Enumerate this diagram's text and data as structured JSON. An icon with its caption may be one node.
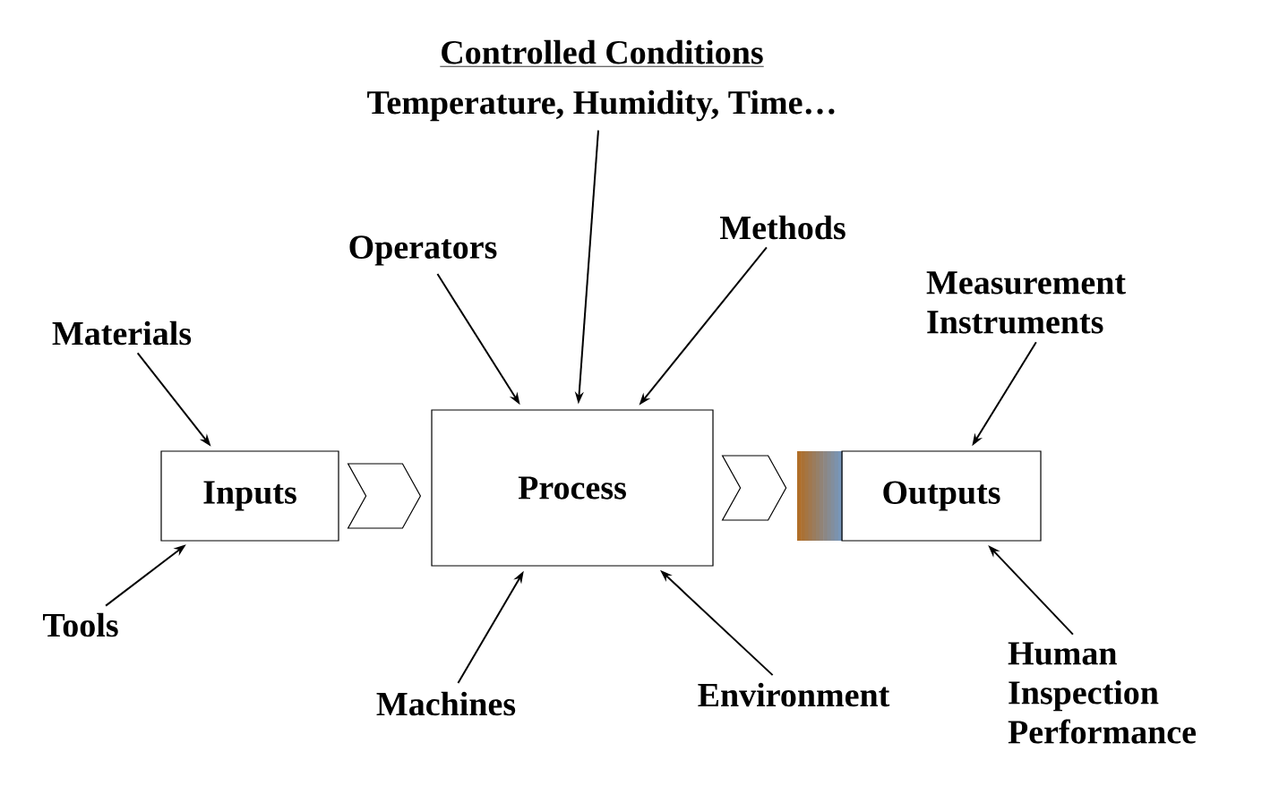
{
  "diagram": {
    "nodes": [
      {
        "text": [
          "Controlled Conditions",
          "Temperature, Humidity, Time…"
        ]
      },
      {
        "text": [
          "Operators"
        ]
      },
      {
        "text": [
          "Methods"
        ]
      },
      {
        "text": [
          "Materials"
        ]
      },
      {
        "text": [
          "Measurement Instruments"
        ]
      },
      {
        "text": [
          "Inputs"
        ]
      },
      {
        "text": [
          "Process"
        ]
      },
      {
        "text": [],
        "shape": "bar"
      },
      {
        "text": [
          "Outputs"
        ]
      },
      {
        "text": [
          "Tools"
        ]
      },
      {
        "text": [
          "Machines"
        ]
      },
      {
        "text": [
          "Environment"
        ]
      },
      {
        "text": [
          "Human Inspection Performance"
        ]
      }
    ],
    "edges": [
      {
        "from": 0,
        "to": 6,
        "arrow": "to"
      },
      {
        "from": 1,
        "to": 6,
        "arrow": "to"
      },
      {
        "from": 2,
        "to": 6,
        "arrow": "to"
      },
      {
        "from": 3,
        "to": 5,
        "arrow": "to"
      },
      {
        "from": 4,
        "to": 8,
        "arrow": "to"
      },
      {
        "from": 9,
        "to": 5,
        "arrow": "to"
      },
      {
        "from": 10,
        "to": 6,
        "arrow": "to"
      },
      {
        "from": 11,
        "to": 6,
        "arrow": "to"
      },
      {
        "from": 12,
        "to": 8,
        "arrow": "to"
      },
      {
        "from": 5,
        "to": 6,
        "arrow": "to"
      },
      {
        "from": 6,
        "to": 7,
        "arrow": "to"
      }
    ]
  }
}
